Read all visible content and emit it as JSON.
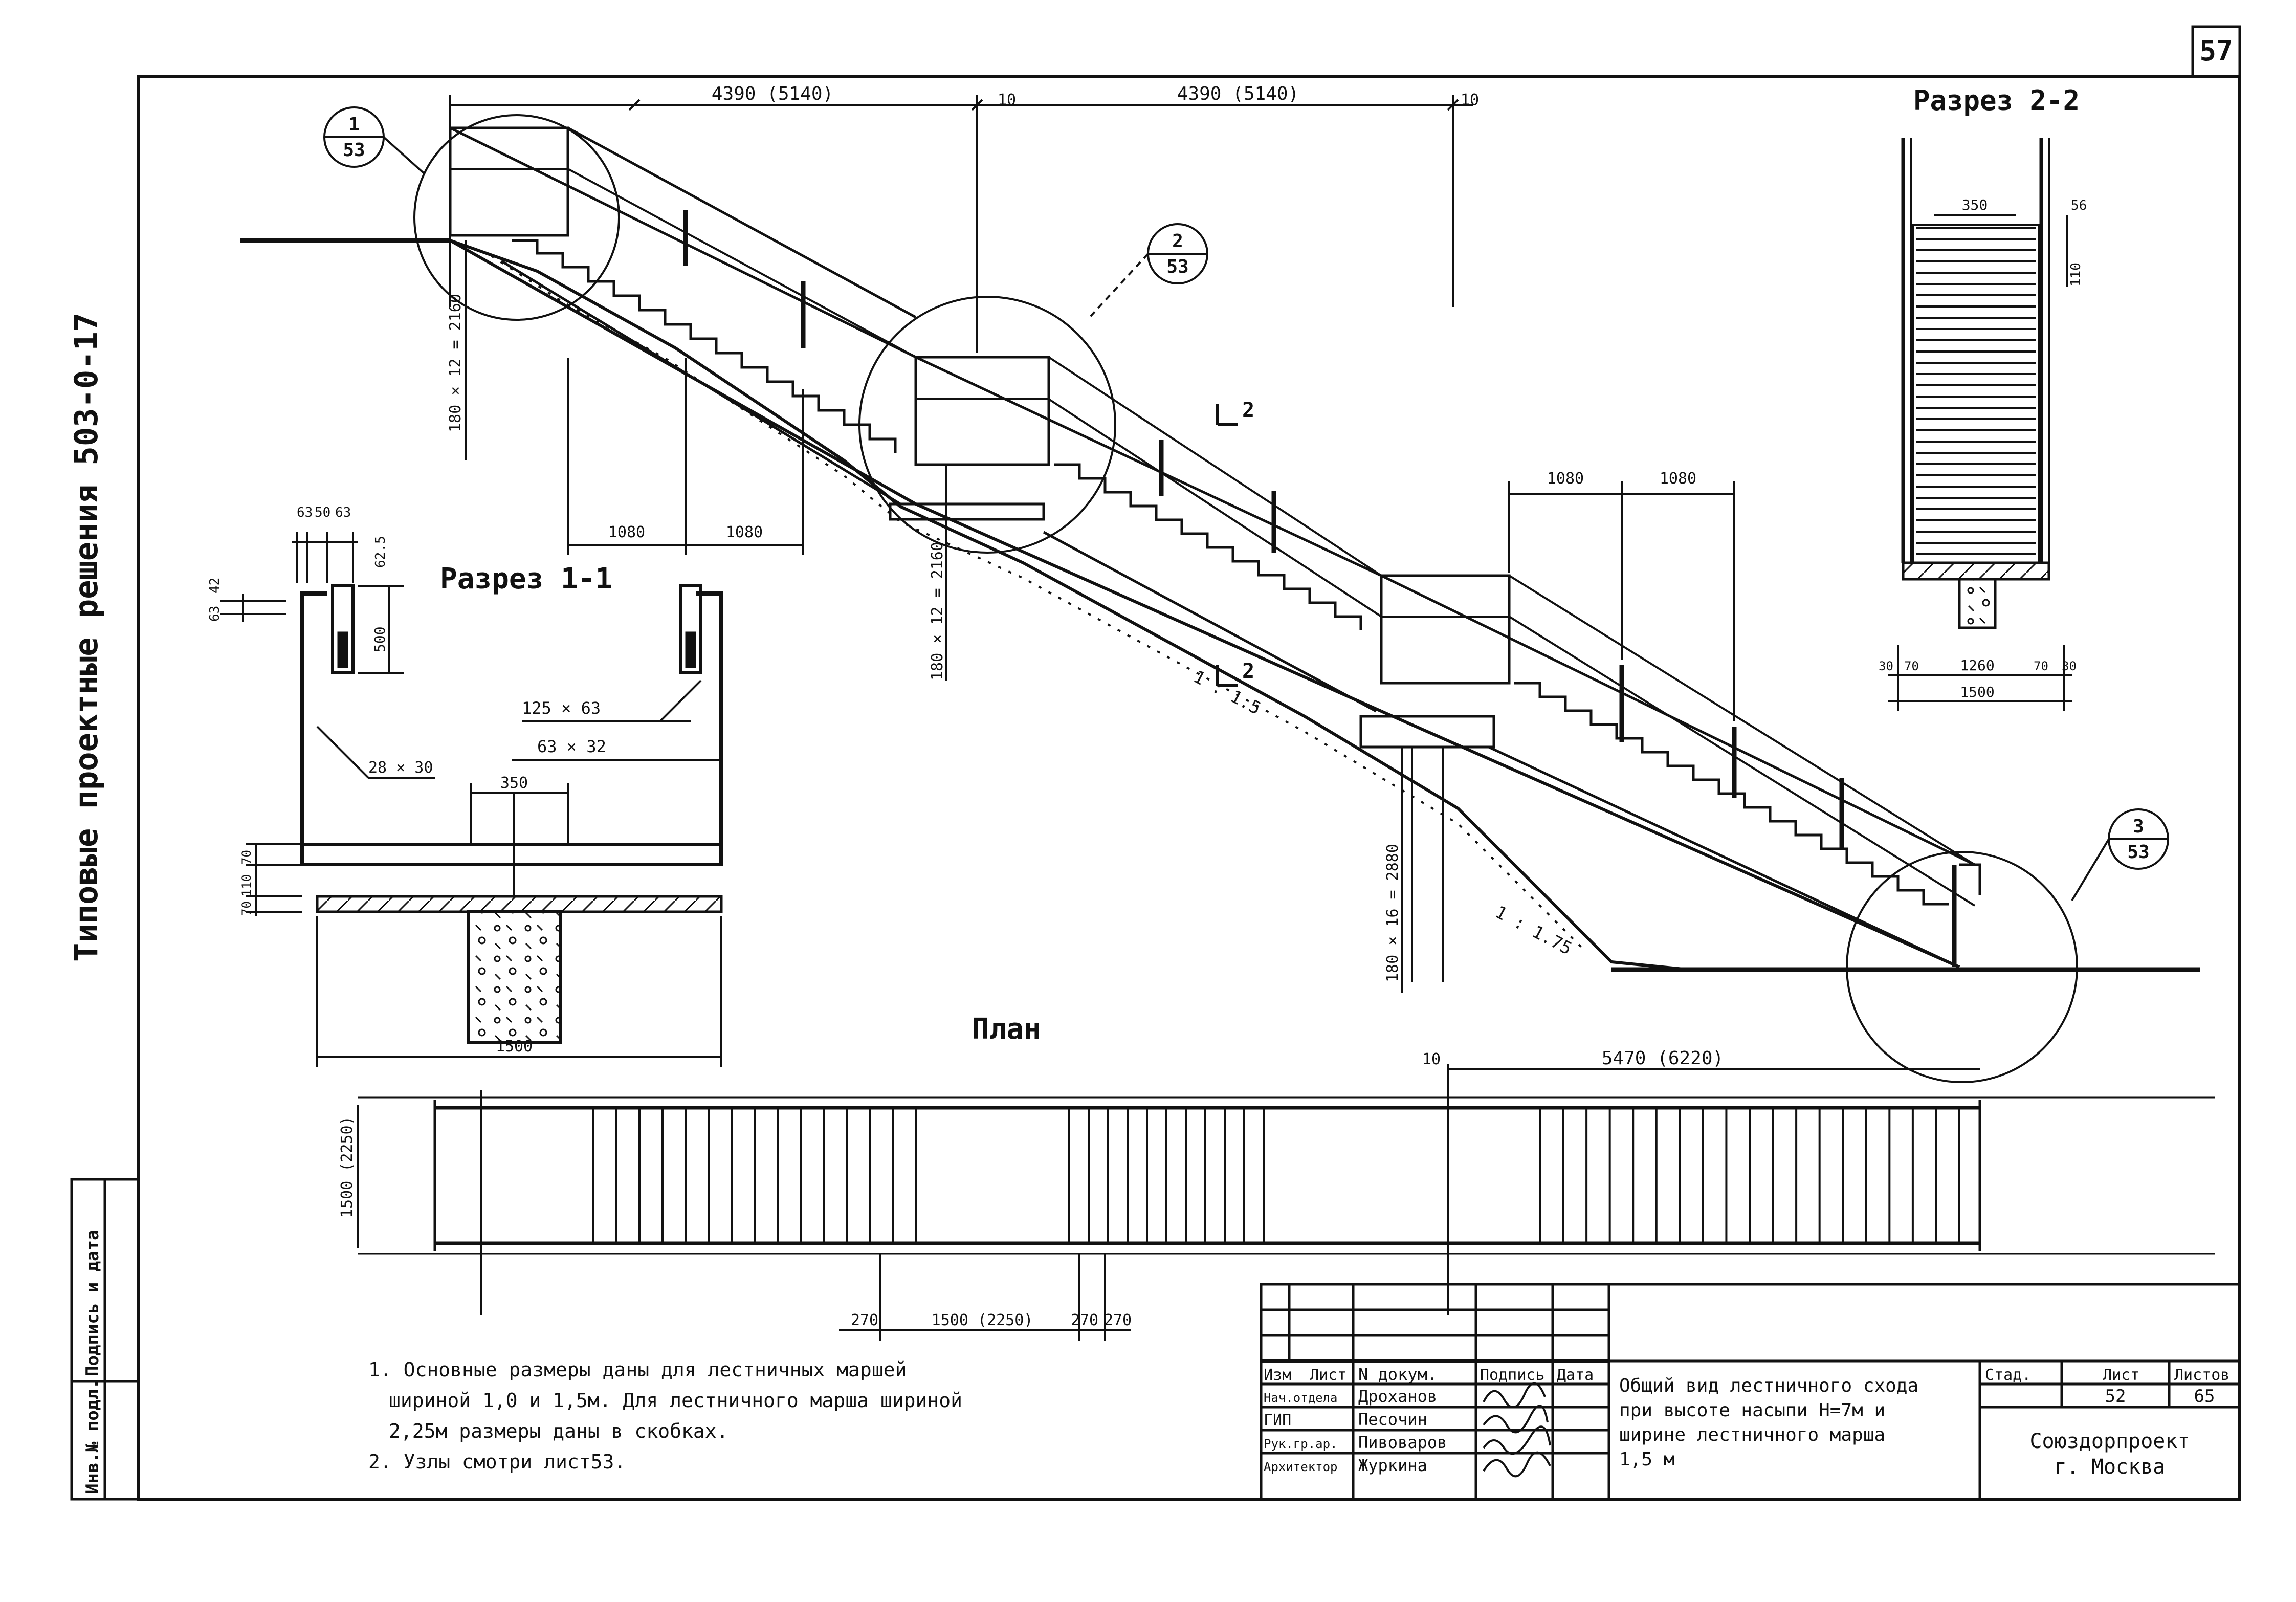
{
  "sheet": {
    "page_number": "57",
    "series_title": "Типовые проектные решения  503-0-17",
    "left_strip": [
      "Подпись и дата",
      "Инв.№ подл."
    ]
  },
  "drawing": {
    "section_1_title": "Разрез 1-1",
    "section_2_title": "Разрез 2-2",
    "plan_title": "План",
    "callouts": [
      {
        "top": "1",
        "bottom": "53"
      },
      {
        "top": "2",
        "bottom": "53"
      },
      {
        "top": "3",
        "bottom": "53"
      }
    ],
    "cut_marks": [
      "2",
      "2"
    ],
    "dims_top": [
      "4390 (5140)",
      "10",
      "4390 (5140)",
      "10"
    ],
    "dims_flight": [
      "1080",
      "1080",
      "1080",
      "1080"
    ],
    "dims_vertical": [
      "180 × 12 = 2160",
      "180 × 12 = 2160",
      "180 × 16 = 2880"
    ],
    "slopes": [
      "1 : 1.5",
      "1 : 1.75"
    ],
    "dims_section1": [
      "63",
      "50",
      "63",
      "62.5",
      "63",
      "42",
      "500",
      "125 × 63",
      "63 × 32",
      "28 × 30",
      "350",
      "70",
      "110",
      "70",
      "1500"
    ],
    "dims_section2": [
      "350",
      "56",
      "110",
      "30",
      "70",
      "1260",
      "70",
      "30",
      "1500"
    ],
    "dims_bottom": [
      "10",
      "5470 (6220)",
      "1500 (2250)",
      "270",
      "1500 (2250)",
      "270",
      "270"
    ]
  },
  "notes": [
    "1. Основные размеры даны для лестничных маршей",
    "шириной 1,0 и 1,5м. Для лестничного марша шириной",
    "2,25м размеры даны в скобках.",
    "2. Узлы смотри лист53."
  ],
  "title_block": {
    "header": [
      "Изм",
      "Лист",
      "N докум.",
      "Подпись",
      "Дата"
    ],
    "rows": [
      {
        "role": "Нач.отдела",
        "name": "Дроханов"
      },
      {
        "role": "ГИП",
        "name": "Песочин"
      },
      {
        "role": "Рук.гр.ар.",
        "name": "Пивоваров"
      },
      {
        "role": "Архитектор",
        "name": "Журкина"
      }
    ],
    "description": [
      "Общий вид лестничного схода",
      "при высоте насыпи Н=7м и",
      "ширине лестничного марша",
      "1,5 м"
    ],
    "stage_header": [
      "Стад.",
      "Лист",
      "Листов"
    ],
    "stage_values": [
      "",
      "52",
      "65"
    ],
    "organization": [
      "Союздорпроект",
      "г. Москва"
    ]
  }
}
